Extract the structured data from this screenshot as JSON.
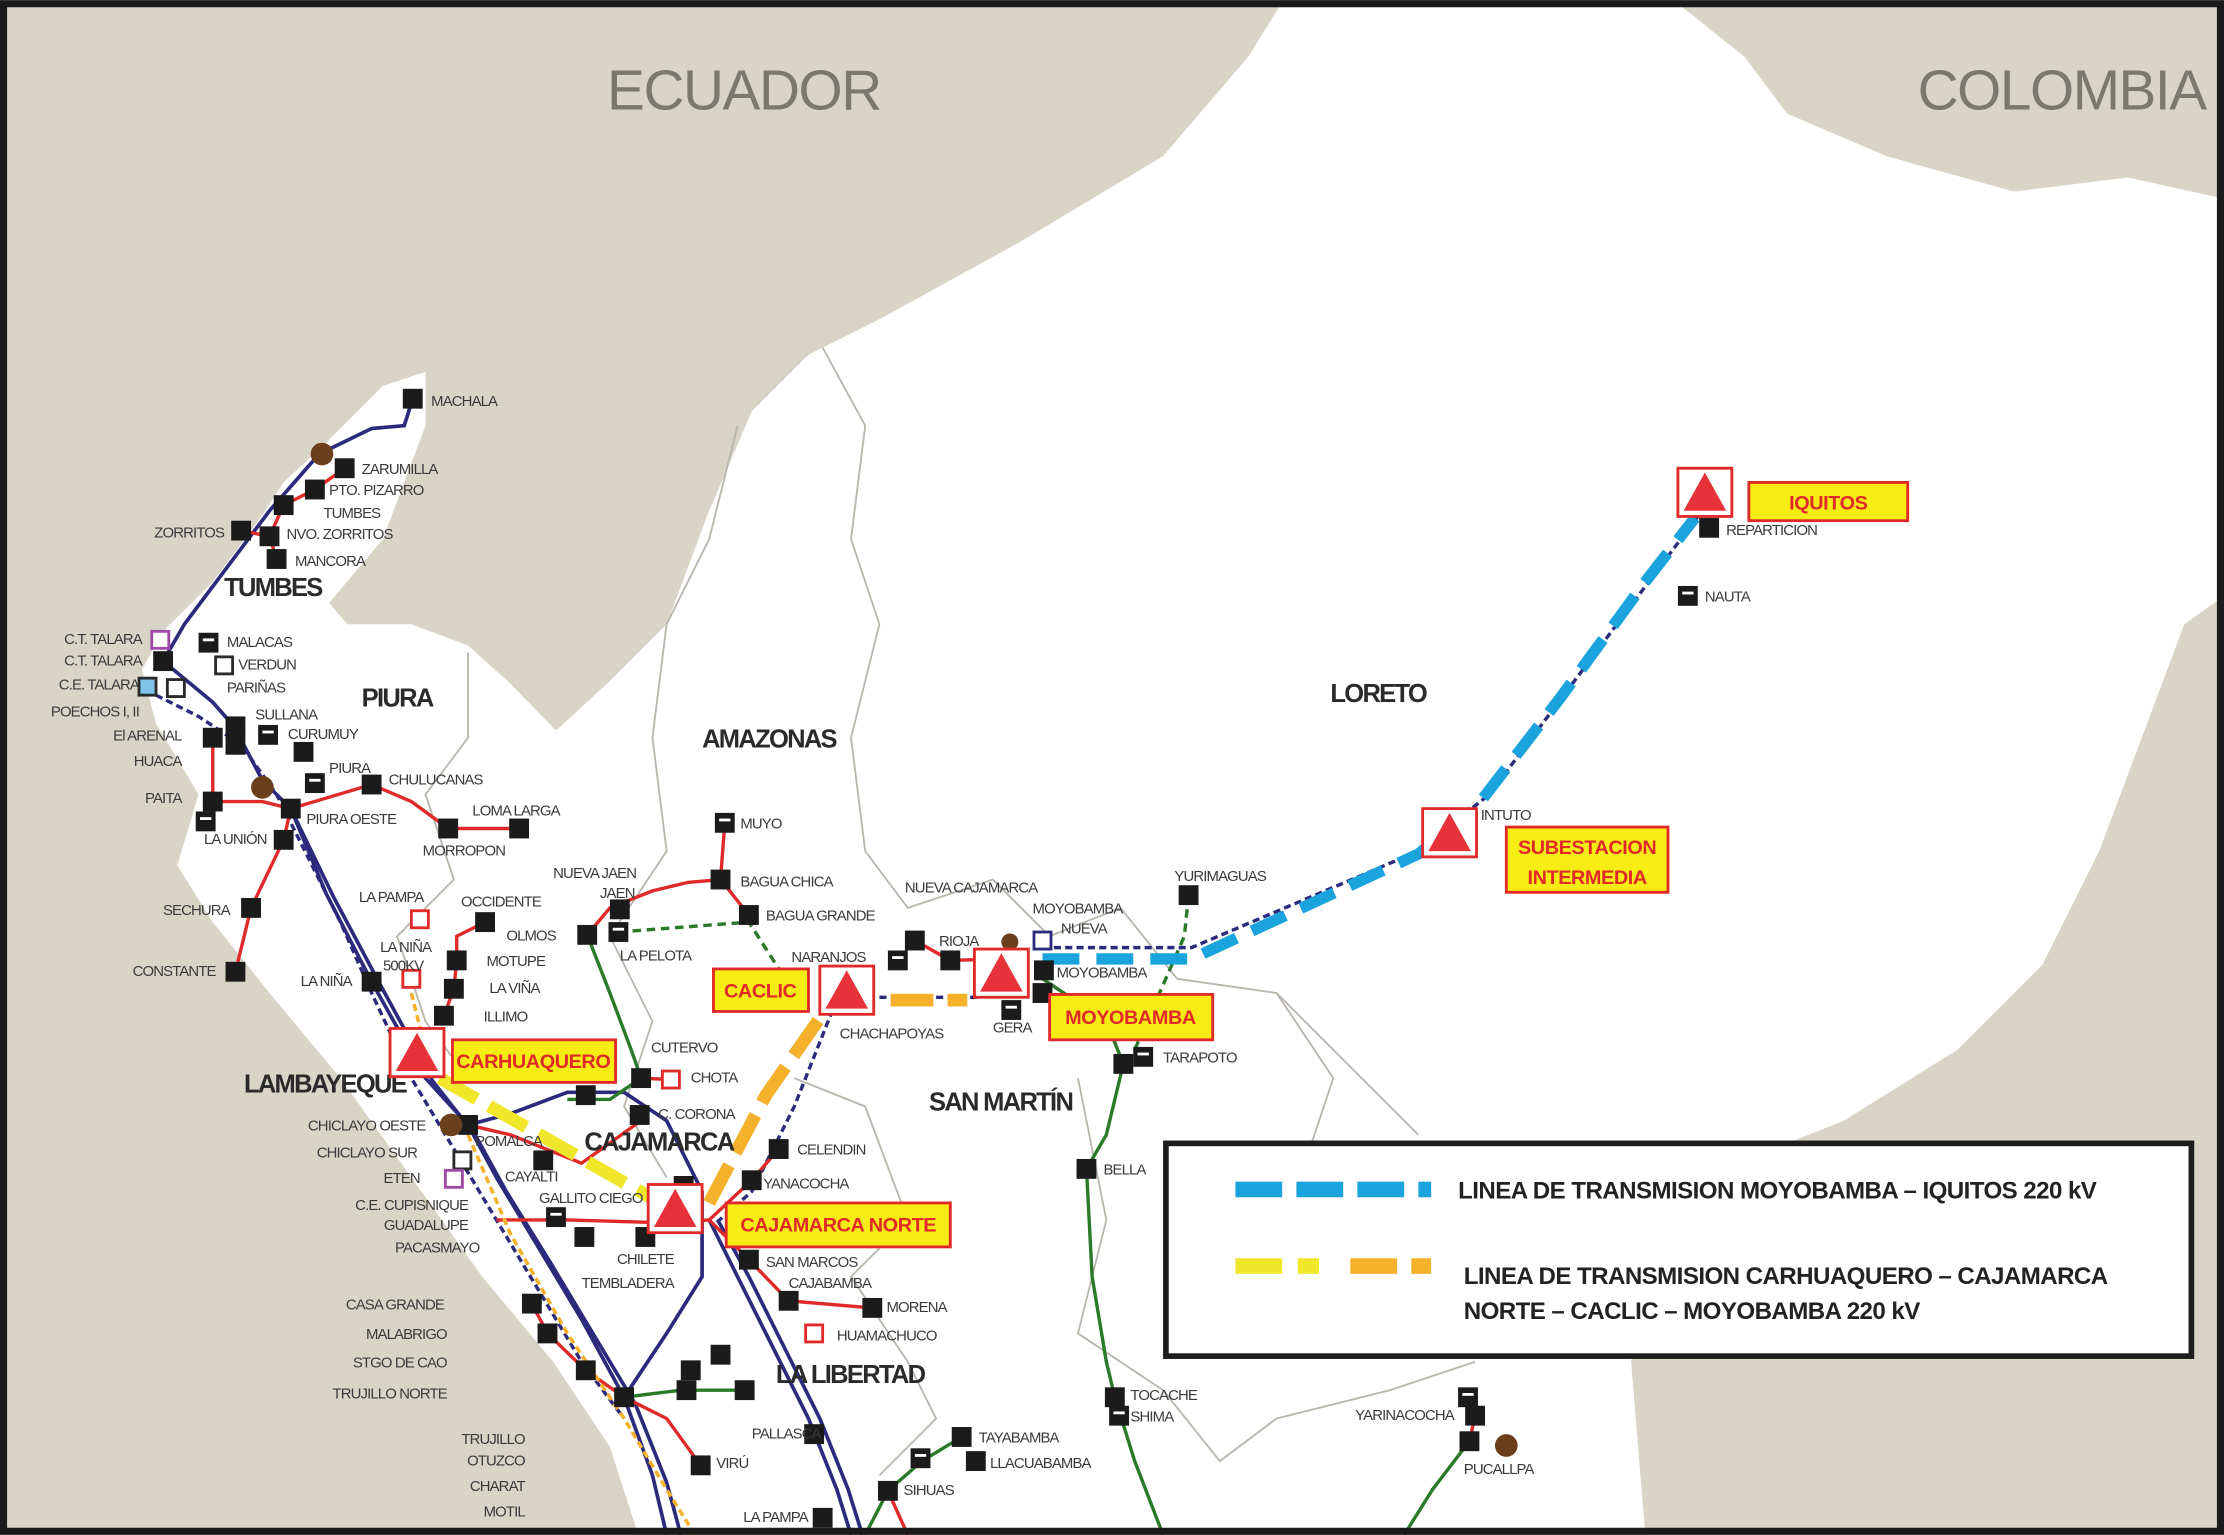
{
  "countries": {
    "ecuador": "ECUADOR",
    "colombia": "COLOMBIA"
  },
  "regions": {
    "tumbes": "TUMBES",
    "piura": "PIURA",
    "amazonas": "AMAZONAS",
    "loreto": "LORETO",
    "lambayeque": "LAMBAYEQUE",
    "cajamarca": "CAJAMARCA",
    "san_martin": "SAN MARTÍN",
    "la_libertad": "LA LIBERTAD"
  },
  "project_substations": [
    {
      "name": "IQUITOS"
    },
    {
      "name": "SUBESTACION",
      "name2": "INTERMEDIA"
    },
    {
      "name": "MOYOBAMBA"
    },
    {
      "name": "CACLIC"
    },
    {
      "name": "CARHUAQUERO"
    },
    {
      "name": "CAJAMARCA NORTE"
    }
  ],
  "stations": [
    "MACHALA",
    "ZARUMILLA",
    "PTO. PIZARRO",
    "TUMBES",
    "ZORRITOS",
    "NVO. ZORRITOS",
    "MANCORA",
    "C.T. TALARA",
    "MALACAS",
    "C.T. TALARA",
    "VERDUN",
    "C.E. TALARA",
    "PARIÑAS",
    "POECHOS I, II",
    "SULLANA",
    "CURUMUY",
    "El ARENAL",
    "HUACA",
    "PIURA",
    "CHULUCANAS",
    "PAITA",
    "PIURA OESTE",
    "LOMA LARGA",
    "MORROPON",
    "LA UNIÓN",
    "SECHURA",
    "CONSTANTE",
    "LA PAMPA",
    "OCCIDENTE",
    "NUEVA JAEN",
    "JAEN",
    "OLMOS",
    "LA NIÑA",
    "500KV",
    "MOTUPE",
    "LA NIÑA",
    "LA VIÑA",
    "ILLIMO",
    "LA PELOTA",
    "CUTERVO",
    "CHOTA",
    "C. CORONA",
    "CHICLAYO OESTE",
    "CHICLAYO SUR",
    "ETEN",
    "POMALCA",
    "CAYALTI",
    "GALLITO CIEGO",
    "C.E. CUPISNIQUE",
    "GUADALUPE",
    "PACASMAYO",
    "CHILETE",
    "TEMBLADERA",
    "CELENDIN",
    "YANACOCHA",
    "SAN MARCOS",
    "CAJABAMBA",
    "MORENA",
    "HUAMACHUCO",
    "CASA GRANDE",
    "MALABRIGO",
    "STGO DE CAO",
    "TRUJILLO NORTE",
    "TRUJILLO",
    "OTUZCO",
    "CHARAT",
    "MOTIL",
    "PALLASCA",
    "VIRÚ",
    "SIHUAS",
    "LA PAMPA",
    "TAYABAMBA",
    "LLACUABAMBA",
    "TOCACHE",
    "SHIMA",
    "YARINACOCHA",
    "PUCALLPA",
    "BELLA",
    "TARAPOTO",
    "YURIMAGUAS",
    "NUEVA CAJAMARCA",
    "MOYOBAMBA",
    "NUEVA",
    "RIOJA",
    "NARANJOS",
    "BAGUA CHICA",
    "BAGUA GRANDE",
    "MUYO",
    "MOYOBAMBA",
    "CHACHAPOYAS",
    "GERA",
    "REPARTICION",
    "NAUTA",
    "INTUTO"
  ],
  "legend": {
    "line1": "LINEA DE TRANSMISION MOYOBAMBA – IQUITOS 220 kV",
    "line2a": "LINEA DE TRANSMISION CARHUAQUERO – CAJAMARCA",
    "line2b": "NORTE – CACLIC – MOYOBAMBA 220 kV",
    "colors": {
      "moyobamba_iquitos": "#1aa3dc",
      "carhuaquero_segment": "#f0e62a",
      "caclic_segment": "#f6b12c"
    }
  },
  "colors": {
    "land_outside": "#d8d5c7",
    "peru": "#ffffff",
    "line_500kv": "#2b2a7c",
    "line_220kv": "#e02a2a",
    "line_138kv": "#2a7a2a",
    "tag_fill": "#f7ec14",
    "tag_border": "#e02a2a"
  }
}
